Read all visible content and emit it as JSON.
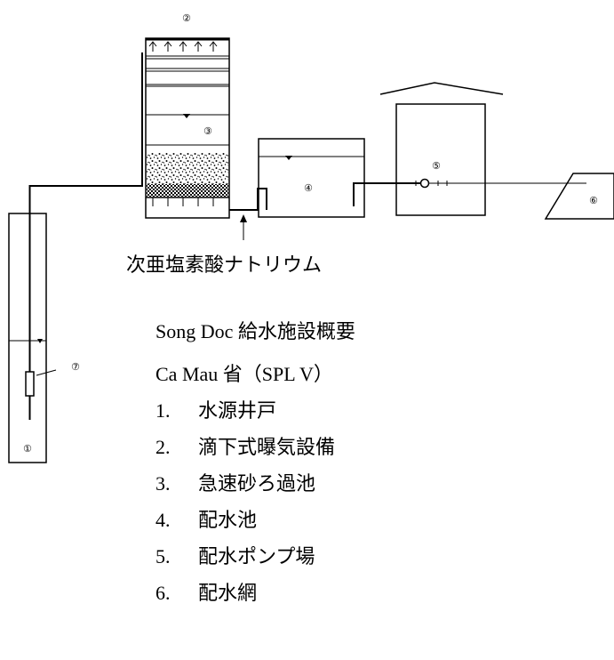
{
  "markers": {
    "well": "①",
    "aerator": "②",
    "filter": "③",
    "reservoir": "④",
    "pump_house": "⑤",
    "network": "⑥",
    "pump": "⑦"
  },
  "chemical_label": "次亜塩素酸ナトリウム",
  "title_line1": "Song Doc  給水施設概要",
  "title_line2": "Ca Mau  省（SPL V）",
  "legend": [
    {
      "num": "1.",
      "text": "水源井戸"
    },
    {
      "num": "2.",
      "text": "滴下式曝気設備"
    },
    {
      "num": "3.",
      "text": "急速砂ろ過池"
    },
    {
      "num": "4.",
      "text": "配水池"
    },
    {
      "num": "5.",
      "text": "配水ポンプ場"
    },
    {
      "num": "6.",
      "text": "配水網"
    }
  ]
}
